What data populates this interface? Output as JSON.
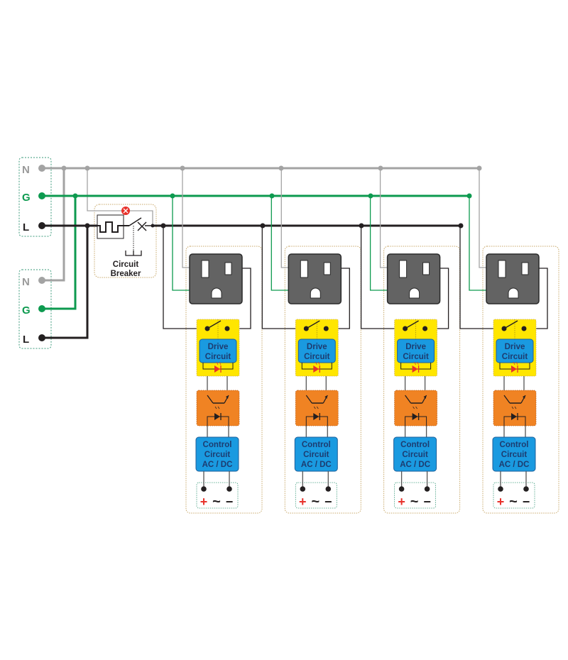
{
  "colors": {
    "neutral": "#a3a3a3",
    "ground": "#0d9a4f",
    "live": "#231f20",
    "outlet": "#636363",
    "relay_yellow": "#ffe600",
    "drive_blue": "#1a9ae0",
    "opto_orange": "#f08323",
    "led_red": "#e8322b",
    "box_border_green": "#3a9a7a",
    "module_border": "#c8a86a"
  },
  "input_terminal_top": {
    "labels": [
      "N",
      "G",
      "L"
    ]
  },
  "input_terminal_bottom": {
    "labels": [
      "N",
      "G",
      "L"
    ]
  },
  "circuit_breaker": {
    "label_line1": "Circuit",
    "label_line2": "Breaker"
  },
  "modules": [
    {
      "drive_line1": "Drive",
      "drive_line2": "Circuit",
      "control_line1": "Control",
      "control_line2": "Circuit",
      "control_line3": "AC / DC",
      "plus": "+",
      "tilde": "~",
      "minus": "−"
    },
    {
      "drive_line1": "Drive",
      "drive_line2": "Circuit",
      "control_line1": "Control",
      "control_line2": "Circuit",
      "control_line3": "AC / DC",
      "plus": "+",
      "tilde": "~",
      "minus": "−"
    },
    {
      "drive_line1": "Drive",
      "drive_line2": "Circuit",
      "control_line1": "Control",
      "control_line2": "Circuit",
      "control_line3": "AC / DC",
      "plus": "+",
      "tilde": "~",
      "minus": "−"
    },
    {
      "drive_line1": "Drive",
      "drive_line2": "Circuit",
      "control_line1": "Control",
      "control_line2": "Circuit",
      "control_line3": "AC / DC",
      "plus": "+",
      "tilde": "~",
      "minus": "−"
    }
  ]
}
